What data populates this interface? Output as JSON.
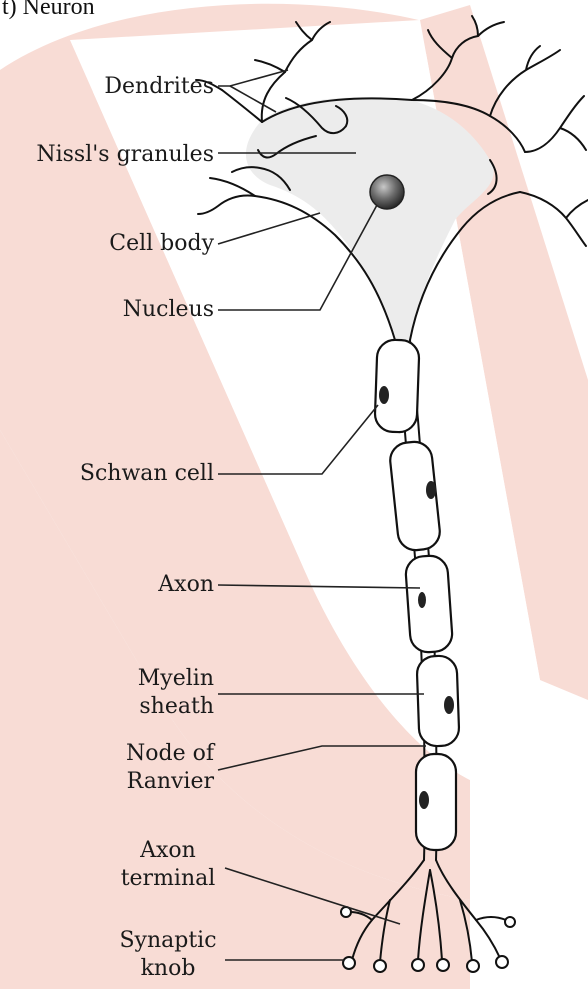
{
  "title": "t) Neuron",
  "labels": {
    "dendrites": "Dendrites",
    "nissl": "Nissl's granules",
    "cell_body": "Cell body",
    "nucleus": "Nucleus",
    "schwan": "Schwan cell",
    "axon": "Axon",
    "myelin_1": "Myelin",
    "myelin_2": "sheath",
    "node_1": "Node of",
    "node_2": "Ranvier",
    "terminal_1": "Axon",
    "terminal_2": "terminal",
    "knob_1": "Synaptic",
    "knob_2": "knob"
  },
  "colors": {
    "watermark": "#f8dcd5",
    "cell_fill": "#ececec",
    "nucleus": "#6a6a6a"
  }
}
